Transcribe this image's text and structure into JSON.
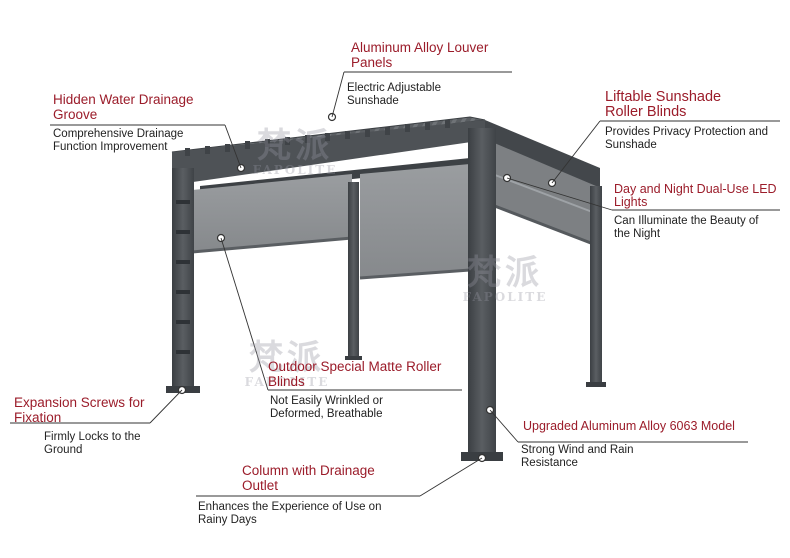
{
  "callouts": {
    "louver": {
      "title": "Aluminum Alloy Louver\nPanels",
      "desc": "Electric Adjustable\nSunshade"
    },
    "drainage_groove": {
      "title": "Hidden Water Drainage\nGroove",
      "desc": "Comprehensive Drainage\nFunction Improvement"
    },
    "roller_blinds": {
      "title": "Liftable Sunshade\nRoller Blinds",
      "desc": "Provides Privacy Protection and\nSunshade"
    },
    "led": {
      "title": "Day and Night Dual-Use LED\nLights",
      "desc": "Can Illuminate the Beauty of\nthe Night"
    },
    "matte_blinds": {
      "title": "Outdoor Special Matte Roller\nBlinds",
      "desc": "Not Easily Wrinkled or\nDeformed, Breathable"
    },
    "screws": {
      "title": "Expansion Screws for\nFixation",
      "desc": "Firmly Locks to the\nGround"
    },
    "alloy": {
      "title": "Upgraded Aluminum Alloy 6063 Model",
      "desc": "Strong Wind and Rain\nResistance"
    },
    "column": {
      "title": "Column with Drainage\nOutlet",
      "desc": "Enhances the Experience of Use on\nRainy Days"
    }
  },
  "watermark": {
    "cn": "梵派",
    "en": "FAPOLITE"
  },
  "colors": {
    "title": "#9b1c2a",
    "frame": "#4a4e52",
    "screen": "#8e9194"
  }
}
